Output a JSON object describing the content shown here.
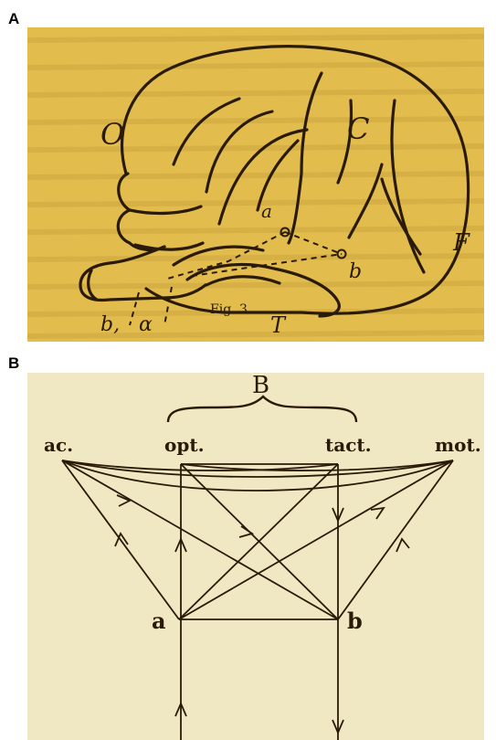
{
  "panel_a": {
    "letter": "A",
    "figure_caption": "Fig. 3.",
    "region_labels": [
      "O",
      "C",
      "F",
      "T",
      "a",
      "b",
      "b,",
      "α"
    ]
  },
  "panel_b": {
    "letter": "B",
    "bracket_label": "B",
    "node_labels": [
      "ac.",
      "opt.",
      "tact.",
      "mot.",
      "a",
      "b"
    ]
  },
  "colors": {
    "panel_a_background": "#e2bd4e",
    "panel_b_background": "#efe8c2",
    "ink": "#2a1a08"
  }
}
